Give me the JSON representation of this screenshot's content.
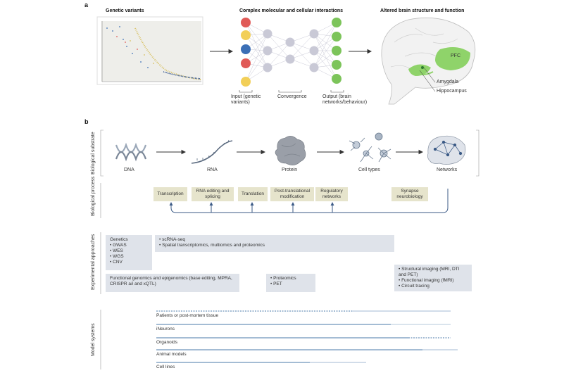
{
  "panel_a": {
    "letter": "a",
    "genetic_variants_title": "Genetic variants",
    "interactions_title": "Complex molecular and cellular interactions",
    "brain_title": "Altered brain structure and function",
    "input_label": "Input (genetic variants)",
    "convergence_label": "Convergence",
    "output_label": "Output (brain networks/behaviour)",
    "brain_labels": {
      "pfc": "PFC",
      "amygdala": "Amygdala",
      "hippocampus": "Hippocampus"
    },
    "colors": {
      "red": "#e05a57",
      "yellow": "#f2cf58",
      "blue": "#3b6fb6",
      "grey": "#c9c9d6",
      "green": "#7cc45a",
      "brain_green": "#8fd36a"
    }
  },
  "panel_b": {
    "letter": "b",
    "rows": {
      "substrate": "Biological substrate",
      "process": "Biological process",
      "experimental": "Experimental approaches",
      "models": "Model systems"
    },
    "stages": [
      "DNA",
      "RNA",
      "Protein",
      "Cell types",
      "Networks"
    ],
    "processes": [
      "Transcription",
      "RNA editing and splicing",
      "Translation",
      "Post-translational modification",
      "Regulatory networks",
      "Synapse neurobiology"
    ],
    "experimental": {
      "genetics_title": "Genetics",
      "genetics_items": [
        "• GWAS",
        "• WES",
        "• WGS",
        "• CNV"
      ],
      "scrna": [
        "• scRNA-seq",
        "• Spatial transcriptomics, multiomics and proteomics"
      ],
      "functional": "Functional genomics and epigenomics (base editing, MPRA, CRISPR a/i and xQTL)",
      "proteomics": [
        "• Proteomics",
        "• PET"
      ],
      "imaging": [
        "• Structural imaging (MRI, DTI and PET)",
        "• Functional imaging (fMRI)",
        "• Circuit tracing"
      ]
    },
    "models": [
      "Patients or post-mortem tissue",
      "iNeurons",
      "Organoids",
      "Animal models",
      "Cell lines"
    ],
    "colors": {
      "stage_bg": "#e9e8d8",
      "process_bg": "#e6e4cc",
      "exp_bg": "#dfe3ea",
      "line": "#4a78a8",
      "arrow": "#333333"
    }
  }
}
